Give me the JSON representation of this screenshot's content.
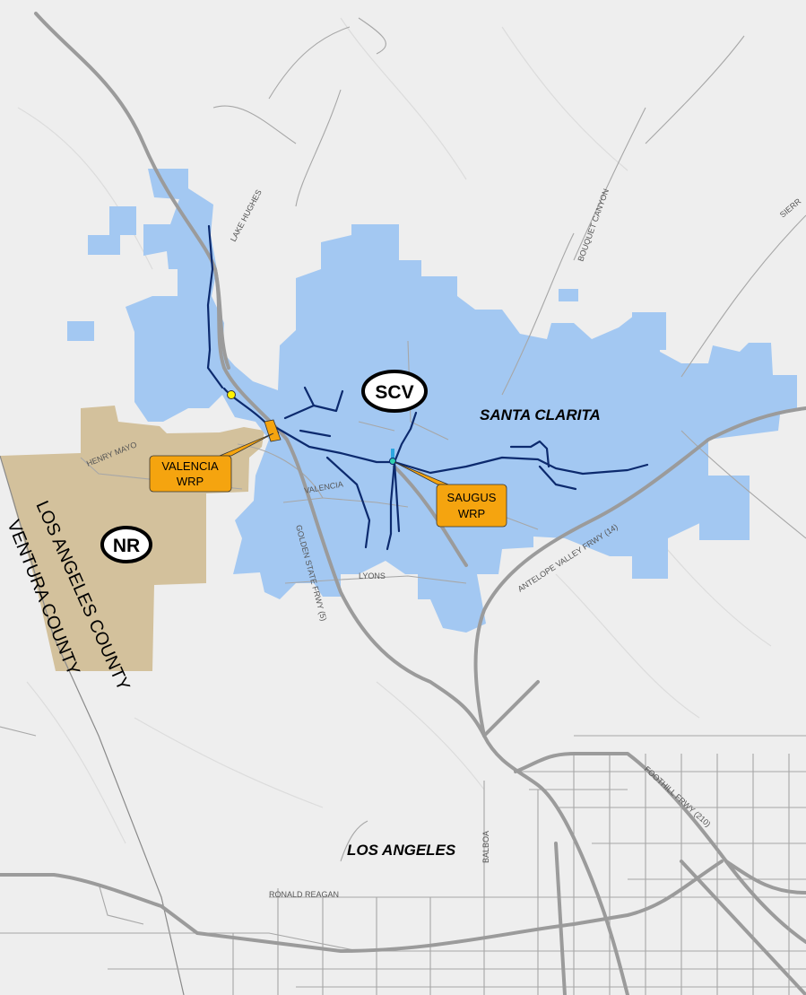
{
  "colors": {
    "terrain": "#eeeeee",
    "service_area": "#a3c8f2",
    "newhall_ranch": "#d3c19c",
    "freeway": "#9b9b9b",
    "street": "#a7a7a7",
    "sewer_line": "#0c2a6e",
    "plant_label_bg": "#f5a40f"
  },
  "areas": {
    "city": "SANTA CLARITA",
    "region": "LOS ANGELES",
    "la_county": "LOS ANGELES COUNTY",
    "ventura_county": "VENTURA COUNTY"
  },
  "badges": {
    "scv": "SCV",
    "nr": "NR"
  },
  "plants": {
    "valencia": {
      "line1": "VALENCIA",
      "line2": "WRP"
    },
    "saugus": {
      "line1": "SAUGUS",
      "line2": "WRP"
    }
  },
  "roads": {
    "lake_hughes": "LAKE HUGHES",
    "bouquet_canyon": "BOUQUET CANYON",
    "sierra": "SIERR",
    "henry_mayo": "HENRY MAYO",
    "valencia": "VALENCIA",
    "golden_state": "GOLDEN STATE FRWY (5)",
    "lyons": "LYONS",
    "antelope_valley": "ANTELOPE VALLEY FRWY (14)",
    "foothill": "FOOTHILL FRWY (210)",
    "balboa": "BALBOA",
    "ronald_reagan": "RONALD REAGAN"
  }
}
